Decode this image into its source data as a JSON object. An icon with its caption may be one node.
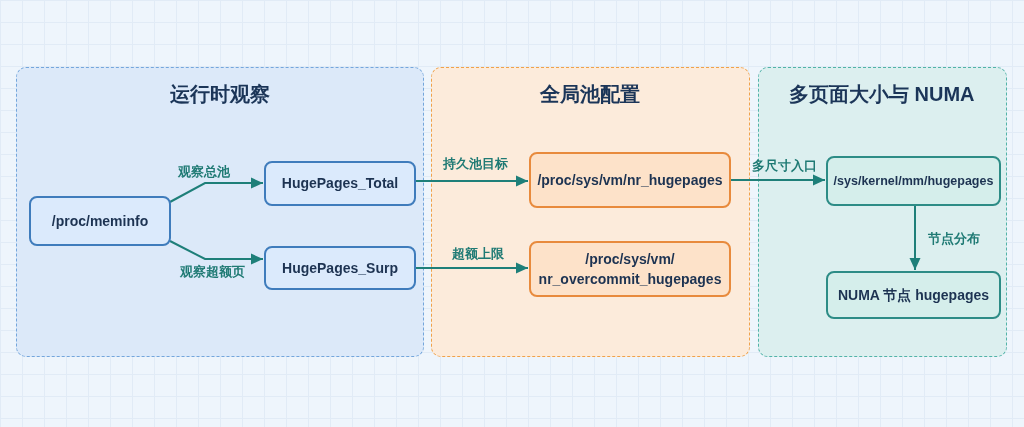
{
  "diagram": {
    "nodes": [
      {
        "text": [
          "运行时观察"
        ]
      },
      {
        "text": [
          "/proc/meminfo"
        ],
        "in": 0
      },
      {
        "text": [
          "HugePages_Total"
        ],
        "in": 0
      },
      {
        "text": [
          "HugePages_Surp"
        ],
        "in": 0
      },
      {
        "text": [
          "全局池配置"
        ]
      },
      {
        "text": [
          "/proc/sys/vm/nr_hugepages"
        ],
        "in": 4
      },
      {
        "text": [
          "/proc/sys/vm/ nr_overcommit_hugepages"
        ],
        "in": 4
      },
      {
        "text": [
          "多页面大小与 NUMA"
        ]
      },
      {
        "text": [
          "/sys/kernel/mm/hugepages"
        ],
        "in": 7
      },
      {
        "text": [
          "NUMA 节点 hugepages"
        ],
        "in": 7
      }
    ],
    "edges": [
      {
        "from": 1,
        "to": 2,
        "arrow": "to",
        "label": "观察总池"
      },
      {
        "from": 1,
        "to": 3,
        "arrow": "to",
        "label": "观察超额页"
      },
      {
        "from": 2,
        "to": 5,
        "arrow": "to",
        "label": "持久池目标"
      },
      {
        "from": 3,
        "to": 6,
        "arrow": "to",
        "label": "超额上限"
      },
      {
        "from": 5,
        "to": 8,
        "arrow": "to",
        "label": "多尺寸入口"
      },
      {
        "from": 8,
        "to": 9,
        "arrow": "to",
        "label": "节点分布"
      }
    ]
  }
}
